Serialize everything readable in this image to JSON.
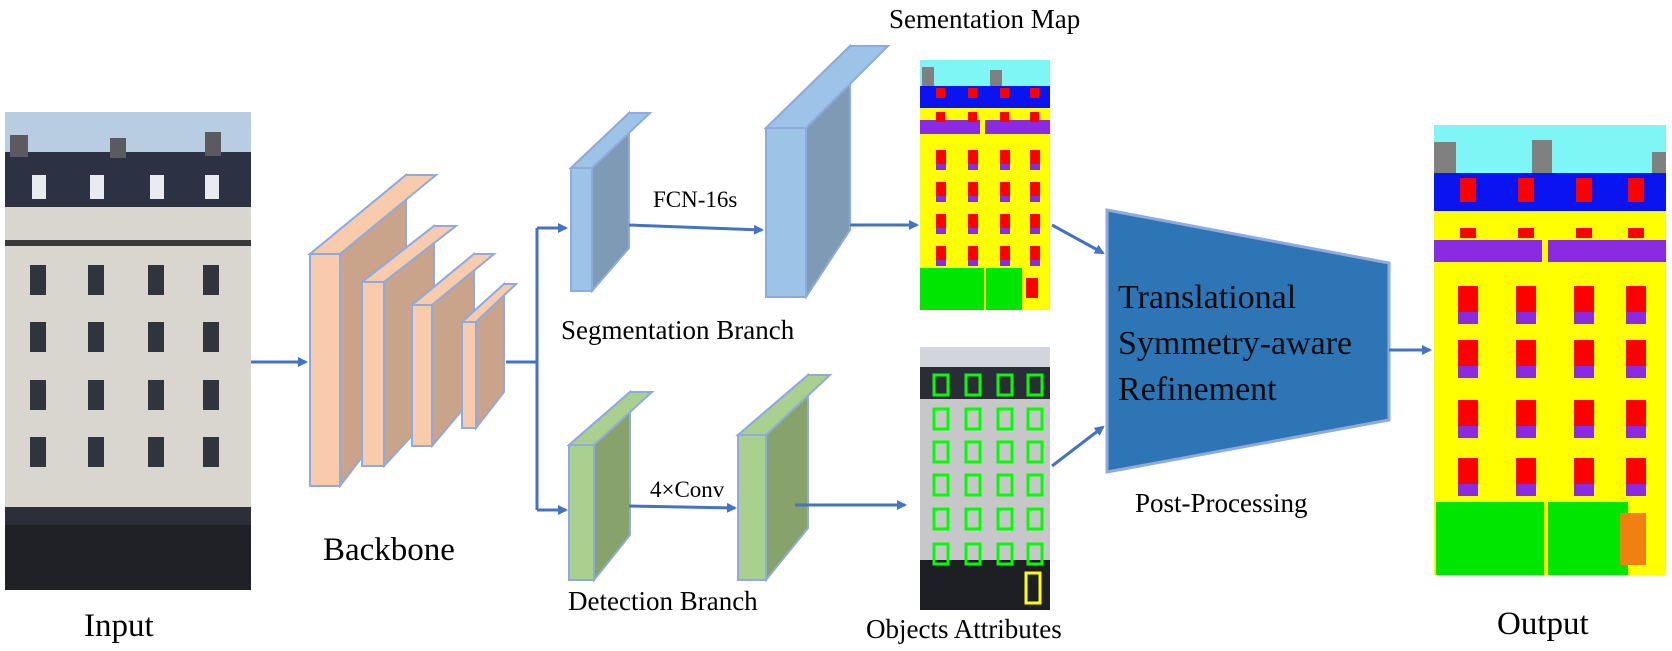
{
  "labels": {
    "input": "Input",
    "backbone": "Backbone",
    "segmentation_branch": "Segmentation Branch",
    "detection_branch": "Detection Branch",
    "fcn": "FCN-16s",
    "conv": "4×Conv",
    "segmentation_map": "Sementation Map",
    "objects_attributes": "Objects Attributes",
    "post_processing": "Post-Processing",
    "output": "Output",
    "refinement_line1": "Translational",
    "refinement_line2": "Symmetry-aware",
    "refinement_line3": "Refinement"
  },
  "colors": {
    "arrow": "#4472c4",
    "backbone_front": "#f8cbad",
    "backbone_side": "#c9a38a",
    "seg_front": "#9dc3e6",
    "seg_side": "#7f9ab5",
    "det_front": "#a9d08e",
    "det_side": "#87a36b",
    "block_edge": "#8faadc",
    "refinement": "#2e75b6",
    "sky": "#7ff6f6",
    "roof": "#0a14f0",
    "wall": "#ffff00",
    "window": "#ff0000",
    "balcony": "#8a2be2",
    "door": "#00e600",
    "shop": "#f08010",
    "chimney": "#808080",
    "box_green": "#00ff00",
    "box_yellow": "#ffff00"
  }
}
